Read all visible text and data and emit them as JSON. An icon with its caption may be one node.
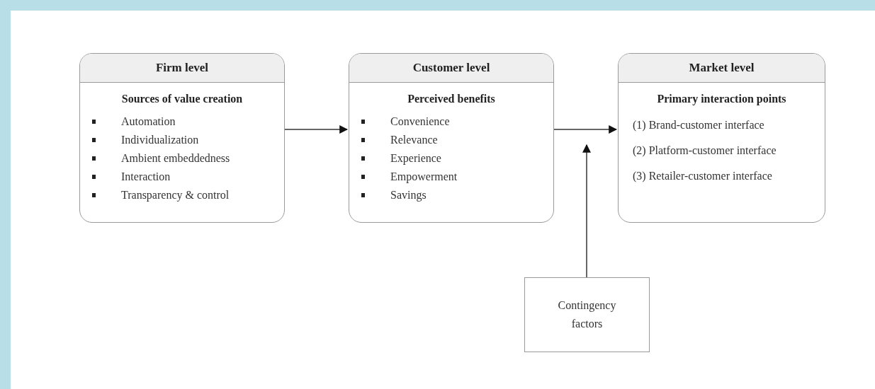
{
  "diagram": {
    "nodes": [
      {
        "text": [
          "Firm level",
          "Sources of value creation",
          "Automation",
          "Individualization",
          "Ambient embeddedness",
          "Interaction",
          "Transparency & control"
        ]
      },
      {
        "text": [
          "Customer level",
          "Perceived benefits",
          "Convenience",
          "Relevance",
          "Experience",
          "Empowerment",
          "Savings"
        ]
      },
      {
        "text": [
          "Market level",
          "Primary interaction points",
          "(1) Brand-customer interface",
          "(2) Platform-customer interface",
          "(3) Retailer-customer interface"
        ]
      },
      {
        "text": [
          "Contingency factors"
        ]
      }
    ],
    "edges": [
      {
        "from": 0,
        "to": 1,
        "arrow": "to"
      },
      {
        "from": 1,
        "to": 2,
        "arrow": "to"
      },
      {
        "from": 3,
        "to": null,
        "arrow": "to"
      }
    ]
  }
}
